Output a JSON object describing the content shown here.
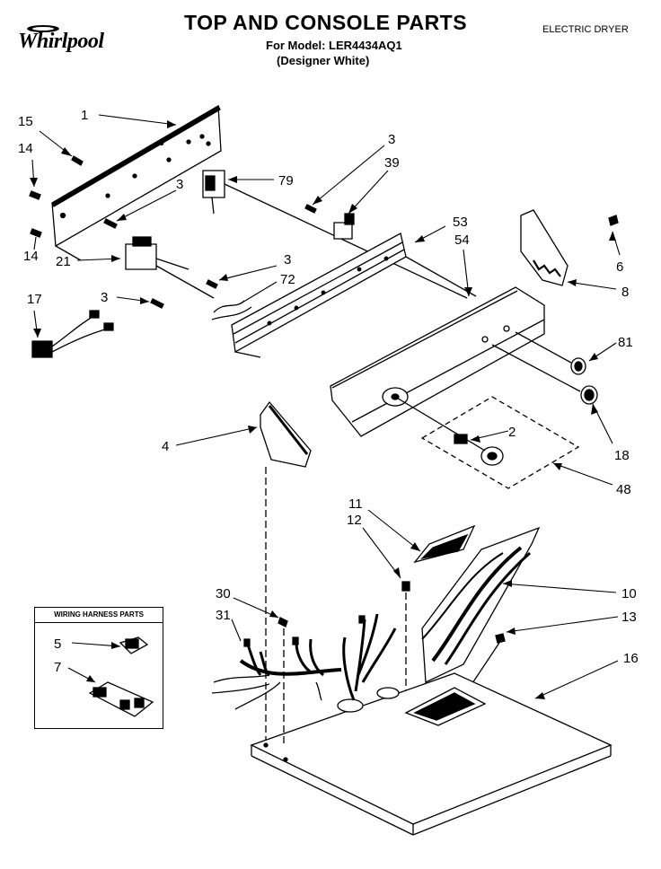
{
  "header": {
    "title": "TOP AND CONSOLE PARTS",
    "model": "For Model: LER4434AQ1",
    "variant": "(Designer White)",
    "appliance": "ELECTRIC DRYER",
    "brand": "Whirlpool"
  },
  "inset": {
    "title": "WIRING HARNESS PARTS",
    "labels": [
      "5",
      "7"
    ]
  },
  "callouts": [
    "1",
    "15",
    "14",
    "14",
    "3",
    "21",
    "17",
    "3",
    "3",
    "72",
    "79",
    "3",
    "39",
    "53",
    "54",
    "6",
    "8",
    "81",
    "18",
    "2",
    "48",
    "4",
    "11",
    "12",
    "10",
    "13",
    "30",
    "31",
    "16"
  ]
}
